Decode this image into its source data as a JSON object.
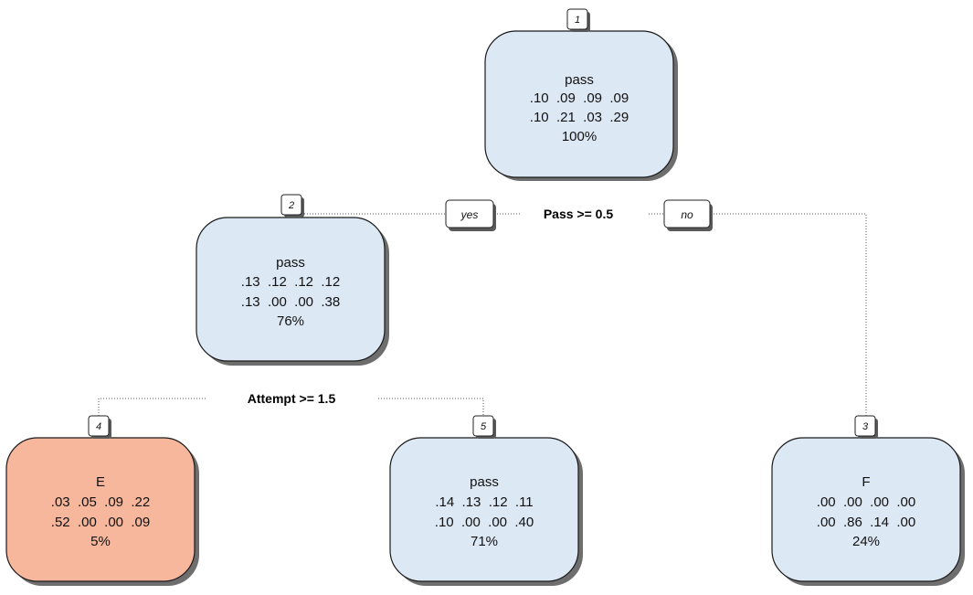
{
  "tree": {
    "colors": {
      "default_node": "#dde8f5",
      "E_node": "#f7b79c",
      "edge": "#555555"
    },
    "nodes": [
      {
        "id": "1",
        "label": "pass",
        "line1": ".10  .09  .09  .09",
        "line2": ".10  .21  .03  .29",
        "percent": "100%",
        "fill": "default_node"
      },
      {
        "id": "2",
        "label": "pass",
        "line1": ".13  .12  .12  .12",
        "line2": ".13  .00  .00  .38",
        "percent": "76%",
        "fill": "default_node"
      },
      {
        "id": "4",
        "label": "E",
        "line1": ".03  .05  .09  .22",
        "line2": ".52  .00  .00  .09",
        "percent": "5%",
        "fill": "E_node"
      },
      {
        "id": "5",
        "label": "pass",
        "line1": ".14  .13  .12  .11",
        "line2": ".10  .00  .00  .40",
        "percent": "71%",
        "fill": "default_node"
      },
      {
        "id": "3",
        "label": "F",
        "line1": ".00  .00  .00  .00",
        "line2": ".00  .86  .14  .00",
        "percent": "24%",
        "fill": "default_node"
      }
    ],
    "splits": [
      {
        "at": "1",
        "text": "Pass >= 0.5"
      },
      {
        "at": "2",
        "text": "Attempt >= 1.5"
      }
    ],
    "branch_labels": {
      "yes": "yes",
      "no": "no"
    }
  }
}
